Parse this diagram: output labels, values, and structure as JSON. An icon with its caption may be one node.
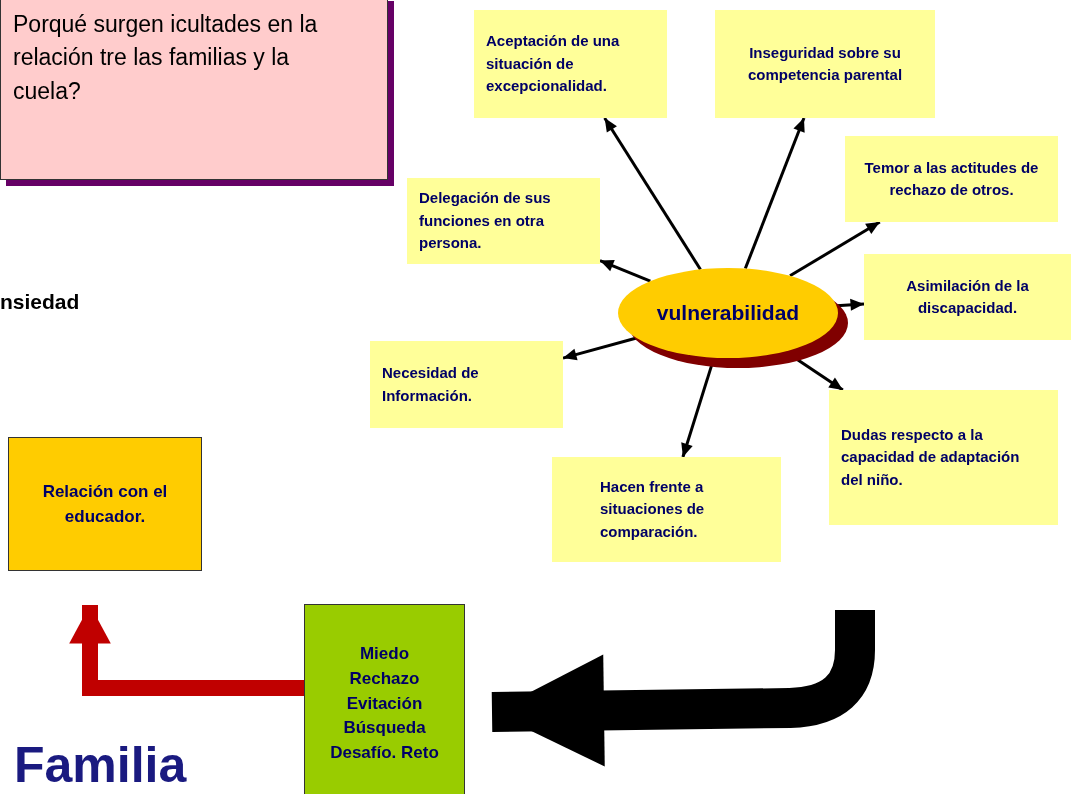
{
  "diagram": {
    "nodes": [
      {
        "text": [
          "Porqué surgen icultades en la relación tre las familias y la cuela?"
        ]
      },
      {
        "text": [
          "Relación con el educador."
        ]
      },
      {
        "text": [
          "Miedo",
          "Rechazo",
          "Evitación",
          "Búsqueda",
          "Desafío. Reto"
        ]
      },
      {
        "text": [
          "vulnerabilidad"
        ]
      },
      {
        "text": [
          "Aceptación de una situación de excepcionalidad."
        ]
      },
      {
        "text": [
          "Inseguridad sobre su competencia parental"
        ]
      },
      {
        "text": [
          "Temor a las actitudes de rechazo de otros."
        ]
      },
      {
        "text": [
          "Delegación de sus funciones en otra persona."
        ]
      },
      {
        "text": [
          "Asimilación de la discapacidad."
        ]
      },
      {
        "text": [
          "Necesidad de Información."
        ]
      },
      {
        "text": [
          "Dudas respecto a la capacidad de adaptación del niño."
        ]
      },
      {
        "text": [
          "Hacen frente a situaciones de comparación."
        ]
      }
    ],
    "edges": [
      {
        "from": 3,
        "to": 4,
        "arrow": "to"
      },
      {
        "from": 3,
        "to": 5,
        "arrow": "to"
      },
      {
        "from": 3,
        "to": 6,
        "arrow": "to"
      },
      {
        "from": 3,
        "to": 7,
        "arrow": "to"
      },
      {
        "from": 3,
        "to": 8,
        "arrow": "to"
      },
      {
        "from": 3,
        "to": 9,
        "arrow": "to"
      },
      {
        "from": 3,
        "to": 10,
        "arrow": "to"
      },
      {
        "from": 3,
        "to": 11,
        "arrow": "to"
      },
      {
        "from": 2,
        "to": 1,
        "arrow": "to",
        "style": "thick",
        "color": "#c00000"
      },
      {
        "from": null,
        "to": 2,
        "arrow": "to",
        "style": "thick"
      }
    ],
    "labels": [
      "nsiedad",
      "Familia"
    ]
  }
}
